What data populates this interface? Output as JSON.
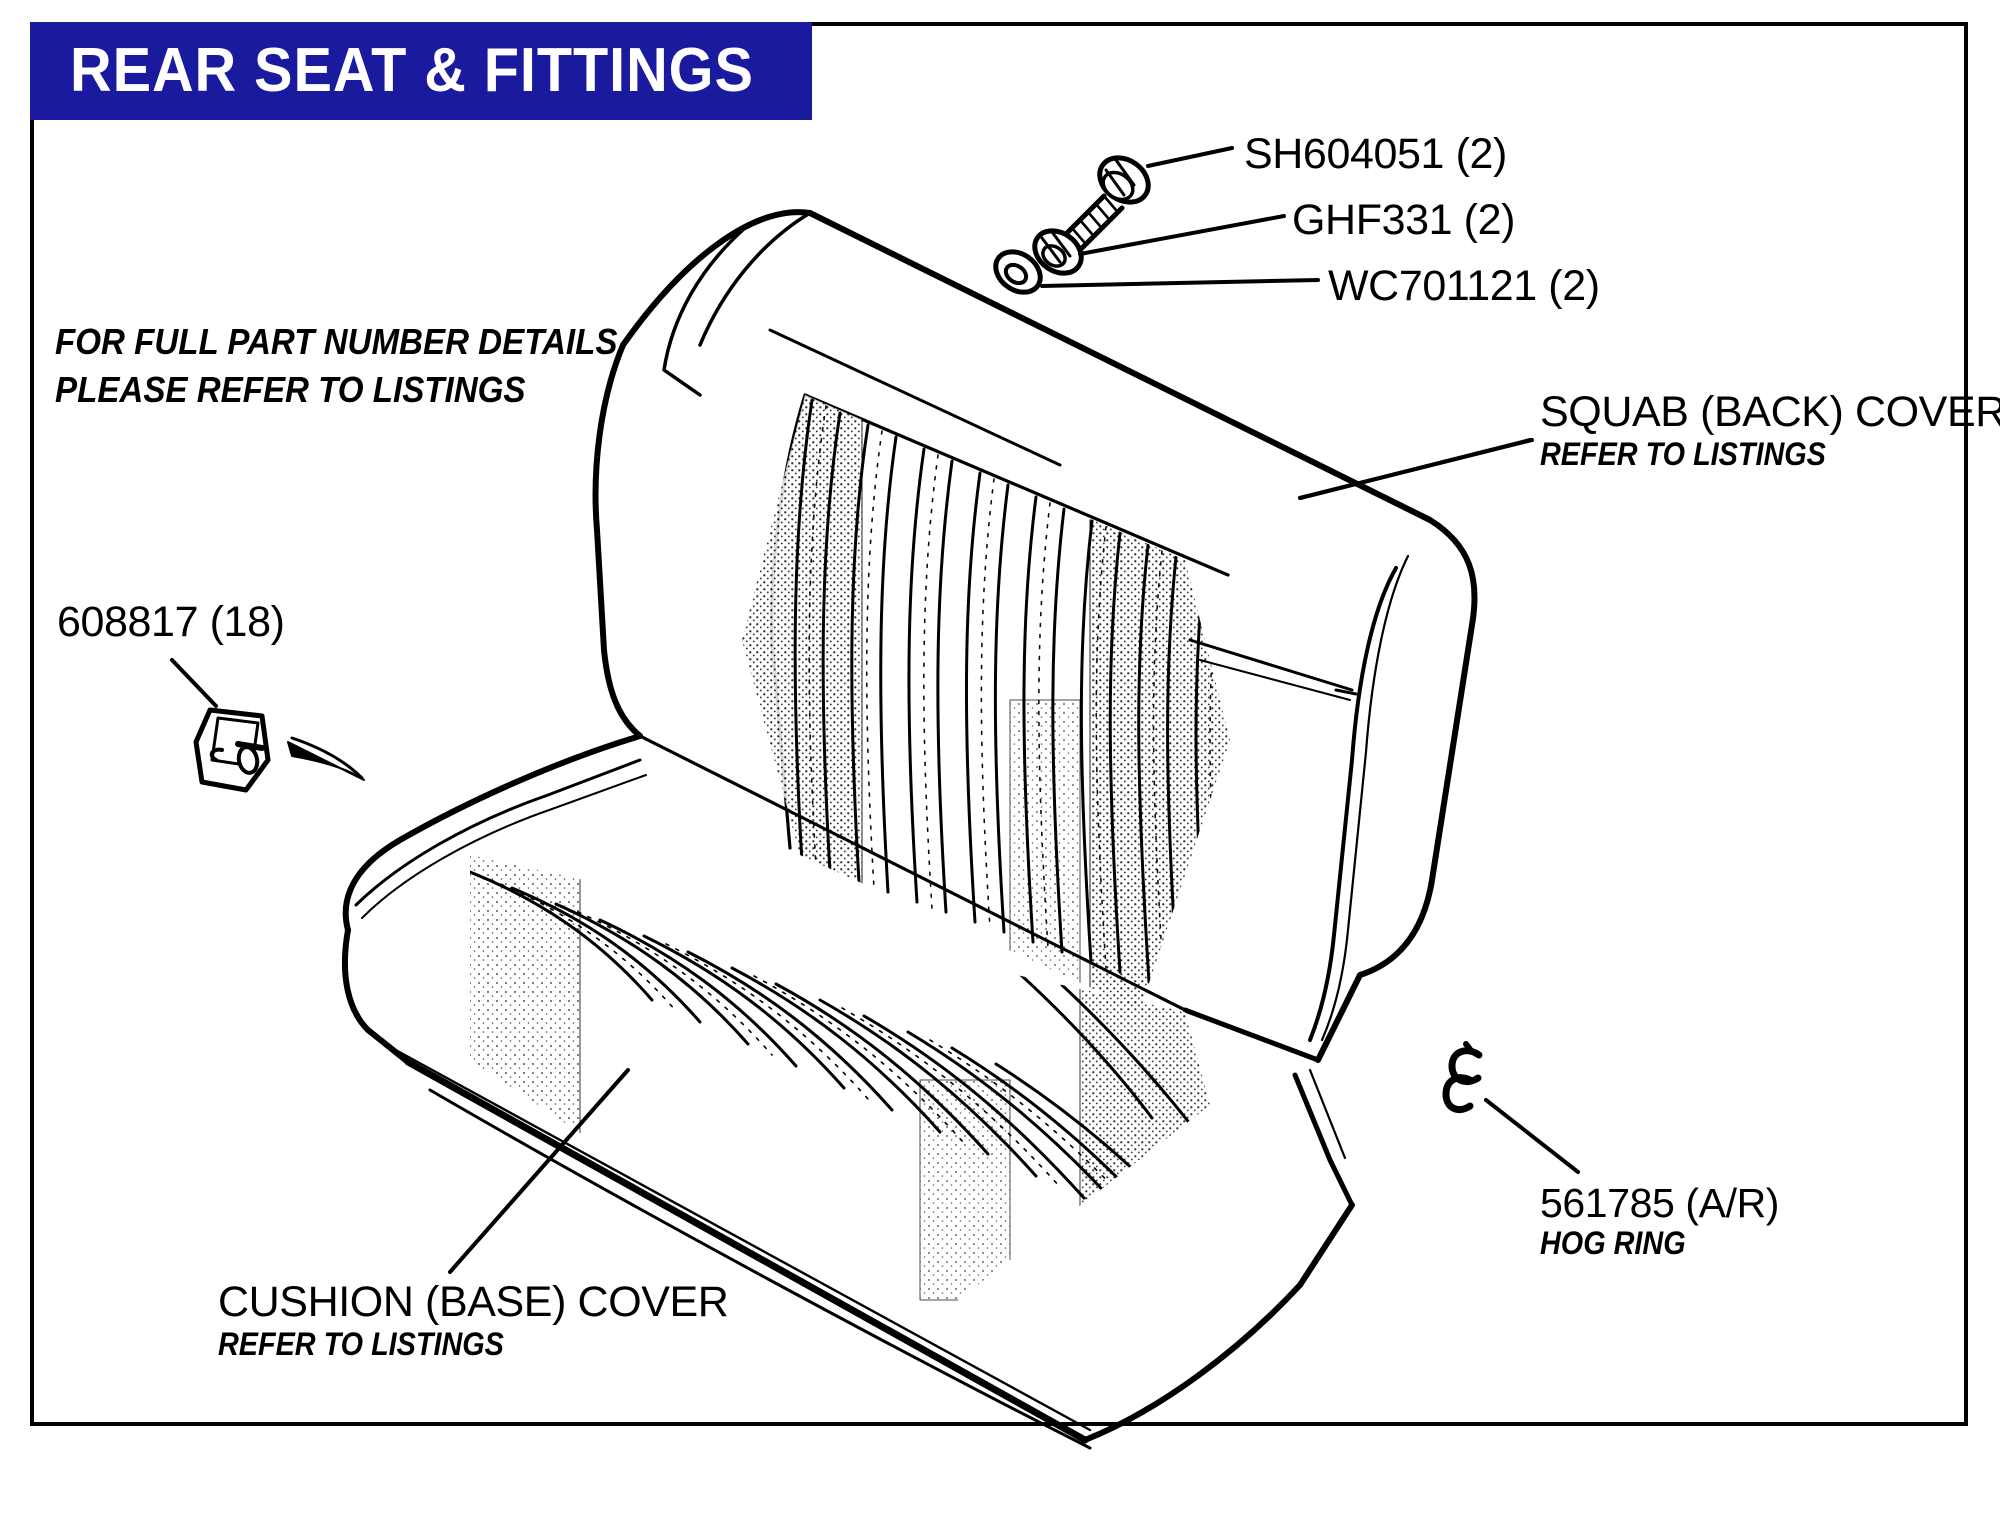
{
  "page": {
    "title": "REAR SEAT & FITTINGS",
    "banner_color": "#1a1a9e",
    "frame_color": "#000000",
    "background": "#ffffff"
  },
  "note": {
    "line1": "FOR FULL PART NUMBER DETAILS",
    "line2": "PLEASE REFER TO LISTINGS"
  },
  "callouts": {
    "screw": {
      "part": "SH604051 (2)",
      "sub": ""
    },
    "nut": {
      "part": "GHF331 (2)",
      "sub": ""
    },
    "washer": {
      "part": "WC701121 (2)",
      "sub": ""
    },
    "squab_cover": {
      "part": "SQUAB (BACK) COVER",
      "sub": "REFER TO LISTINGS"
    },
    "clip": {
      "part": "608817 (18)",
      "sub": ""
    },
    "hog_ring": {
      "part": "561785 (A/R)",
      "sub": "HOG RING"
    },
    "cushion_cover": {
      "part": "CUSHION (BASE) COVER",
      "sub": "REFER TO LISTINGS"
    }
  },
  "parts_list": [
    {
      "number": "SH604051",
      "qty": "(2)",
      "name": ""
    },
    {
      "number": "GHF331",
      "qty": "(2)",
      "name": ""
    },
    {
      "number": "WC701121",
      "qty": "(2)",
      "name": ""
    },
    {
      "number": "608817",
      "qty": "(18)",
      "name": ""
    },
    {
      "number": "561785",
      "qty": "(A/R)",
      "name": "HOG RING"
    }
  ]
}
